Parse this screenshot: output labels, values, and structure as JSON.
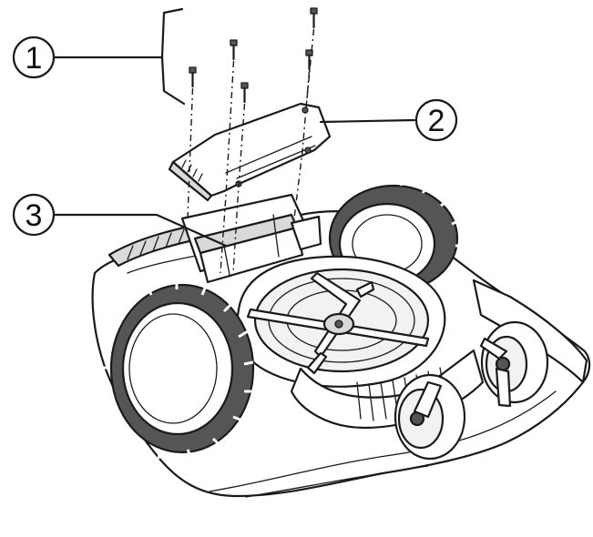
{
  "callouts": [
    {
      "label": "1",
      "part": "screws"
    },
    {
      "label": "2",
      "part": "cover"
    },
    {
      "label": "3",
      "part": "battery"
    }
  ],
  "colors": {
    "line": "#1a1a1a",
    "background": "#ffffff"
  }
}
